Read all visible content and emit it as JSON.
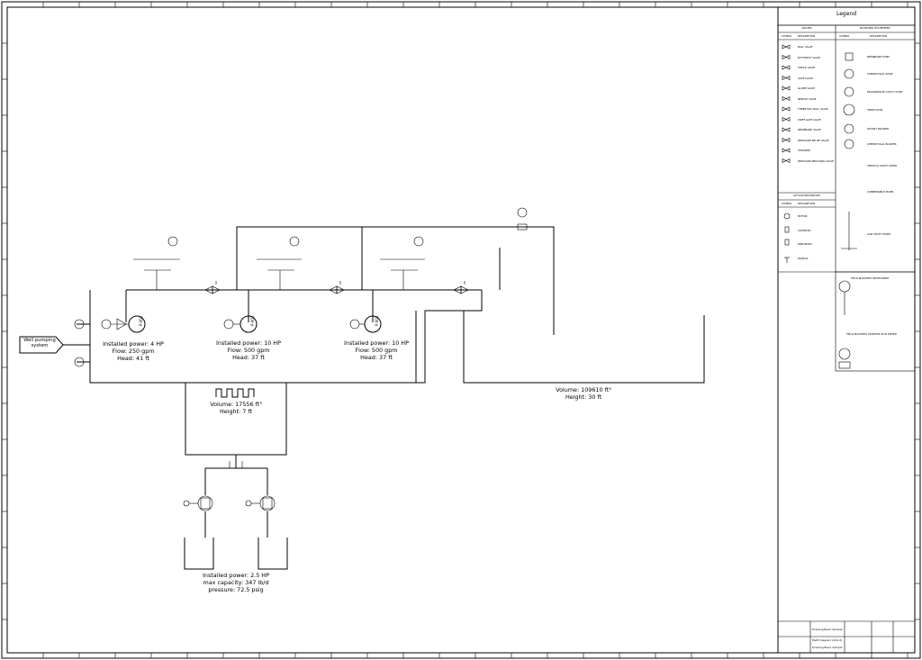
{
  "sources": {
    "well": "Well pumping\nsystem"
  },
  "pumps": [
    {
      "power": "Installed power: 4 HP",
      "flow": "Flow: 250 gpm",
      "head": "Head: 41 ft",
      "tag": "P-001"
    },
    {
      "power": "Installed power: 10 HP",
      "flow": "Flow: 500 gpm",
      "head": "Head: 37 ft",
      "tag": "P-002"
    },
    {
      "power": "Installed power: 10 HP",
      "flow": "Flow: 500 gpm",
      "head": "Head: 37 ft",
      "tag": "P-003"
    }
  ],
  "tank1": {
    "volume": "Volume: 17556 ft³",
    "height": "Height: 7 ft"
  },
  "tank2": {
    "volume": "Volume: 109610 ft³",
    "height": "Height: 30 ft"
  },
  "dosing": {
    "power": "Installed power: 2.5 HP",
    "capacity": "max capacity: 347 lb/d",
    "pressure": "pressure: 72.5 psig"
  },
  "legend": {
    "title": "Legend",
    "valves_title": "VALVES",
    "rotating_title": "ROTATING EQUIPMENT",
    "actuators_title": "ACTUATORS/DRIVES",
    "symbol_col": "SYMBOL",
    "description_col": "DESCRIPTION",
    "valves": [
      "BALL VALVE",
      "BUTTERFLY VALVE",
      "CHECK VALVE",
      "GATE VALVE",
      "GLOBE VALVE",
      "NEEDLE VALVE",
      "THREE-WAY BALL VALVE",
      "KNIFE GATE VALVE",
      "MEMBRANE VALVE",
      "PRESSURE RELIEF VALVE",
      "STRAINER",
      "PRESSURE REDUCING VALVE"
    ],
    "rotating": [
      "MEMBRANE PUMP",
      "CENTRIFUGAL PUMP",
      "PROGRESSIVE CAVITY PUMP",
      "VENTILATOR",
      "ROTARY BLOWER",
      "CENTRIFUGAL BLOWER",
      "VERTICAL SHAFT MIXER",
      "SUBMERSIBLE MIXER",
      "LOW SHAFT MIXER"
    ],
    "actuators": [
      "MOTOR",
      "SOLENOID",
      "PNEUMATIC",
      "MANUAL"
    ],
    "field_mounted": "FIELD MOUNTED INSTRUMENT",
    "panel_mounted": "FIELD MOUNTED MONITOR PLUS METER"
  },
  "titleblock": {
    "drawing": "Drawing Basic Sample",
    "type": "P&ID Diagram (GS1.0)",
    "project": "Drawing Basic Sample"
  }
}
